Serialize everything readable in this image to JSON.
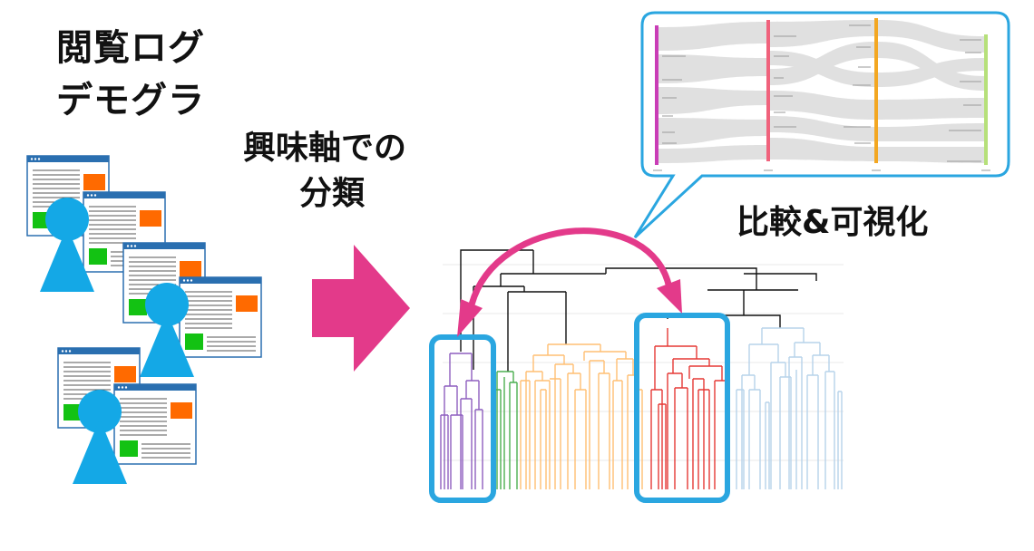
{
  "left": {
    "line1": "閲覧ログ",
    "line2": "デモグラ"
  },
  "middle": {
    "line1": "興味軸での",
    "line2": "分類"
  },
  "right": {
    "label": "比較&可視化"
  },
  "colors": {
    "person": "#14a8e6",
    "window_border": "#2a6fb0",
    "window_orange": "#ff6a00",
    "window_green": "#13c213",
    "arrow": "#e33a8a",
    "highlight": "#2aa6e0",
    "purple": "#8e5fbf",
    "green": "#4caf50",
    "orange": "#ffbf73",
    "red": "#e53935",
    "lightblue": "#b7d3ea",
    "sankey_magenta": "#c93db6",
    "sankey_pink": "#f0627c",
    "sankey_orange": "#f3a722",
    "sankey_lime": "#b6e07a"
  }
}
